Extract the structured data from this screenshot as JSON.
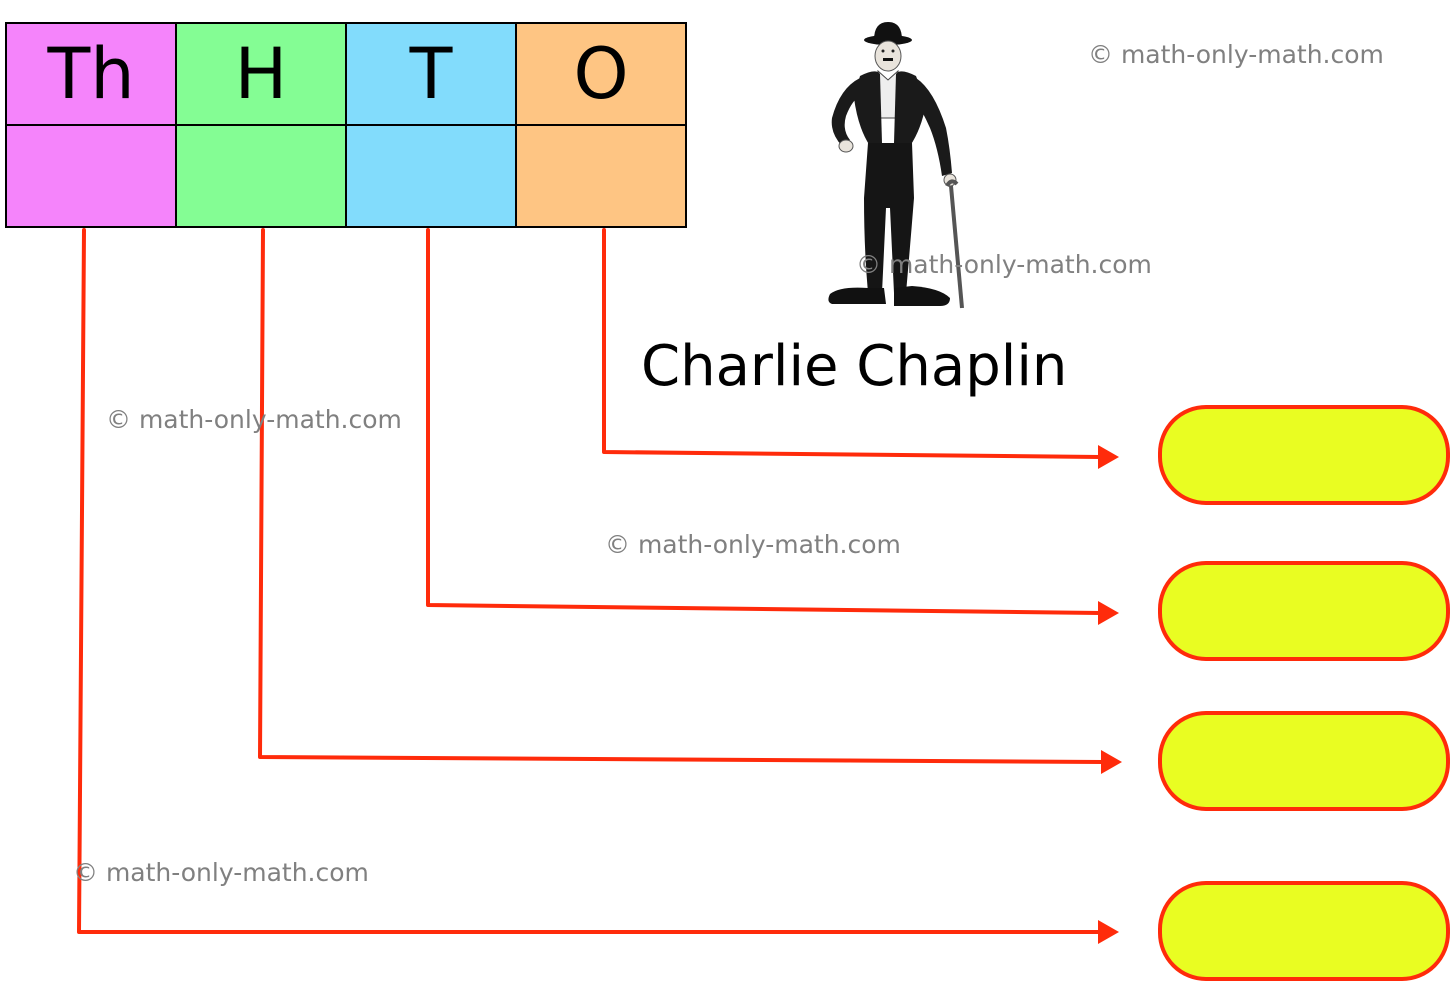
{
  "table": {
    "headers": [
      "Th",
      "H",
      "T",
      "O"
    ],
    "header_colors": [
      "#f584fb",
      "#84fd94",
      "#82dcfc",
      "#fec583"
    ],
    "values": [
      "",
      "",
      "",
      ""
    ]
  },
  "caption": "Charlie Chaplin",
  "watermark": "© math-only-math.com",
  "answer_boxes": [
    "",
    "",
    "",
    ""
  ],
  "colors": {
    "arrow": "#ff2b0b",
    "answer_fill": "#e9fd22",
    "answer_border": "#ff2b0b",
    "watermark": "#808080"
  }
}
